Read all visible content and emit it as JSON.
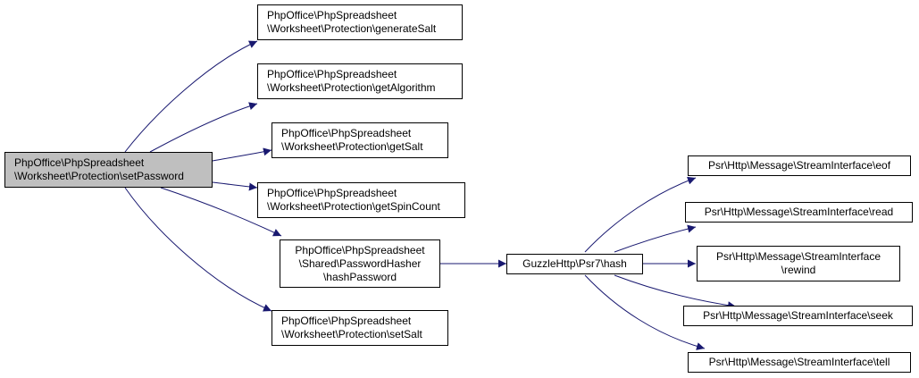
{
  "colors": {
    "edge": "#191970",
    "root_fill": "#bfbfbf",
    "node_fill": "#ffffff",
    "node_border": "#000000"
  },
  "nodes": {
    "set_password": [
      "PhpOffice\\PhpSpreadsheet",
      "\\Worksheet\\Protection\\setPassword"
    ],
    "generate_salt": [
      "PhpOffice\\PhpSpreadsheet",
      "\\Worksheet\\Protection\\generateSalt"
    ],
    "get_algorithm": [
      "PhpOffice\\PhpSpreadsheet",
      "\\Worksheet\\Protection\\getAlgorithm"
    ],
    "get_salt": [
      "PhpOffice\\PhpSpreadsheet",
      "\\Worksheet\\Protection\\getSalt"
    ],
    "get_spin_count": [
      "PhpOffice\\PhpSpreadsheet",
      "\\Worksheet\\Protection\\getSpinCount"
    ],
    "hash_password": [
      "PhpOffice\\PhpSpreadsheet",
      "\\Shared\\PasswordHasher",
      "\\hashPassword"
    ],
    "set_salt": [
      "PhpOffice\\PhpSpreadsheet",
      "\\Worksheet\\Protection\\setSalt"
    ],
    "guzzle_hash": [
      "GuzzleHttp\\Psr7\\hash"
    ],
    "stream_eof": [
      "Psr\\Http\\Message\\StreamInterface\\eof"
    ],
    "stream_read": [
      "Psr\\Http\\Message\\StreamInterface\\read"
    ],
    "stream_rewind": [
      "Psr\\Http\\Message\\StreamInterface",
      "\\rewind"
    ],
    "stream_seek": [
      "Psr\\Http\\Message\\StreamInterface\\seek"
    ],
    "stream_tell": [
      "Psr\\Http\\Message\\StreamInterface\\tell"
    ]
  }
}
